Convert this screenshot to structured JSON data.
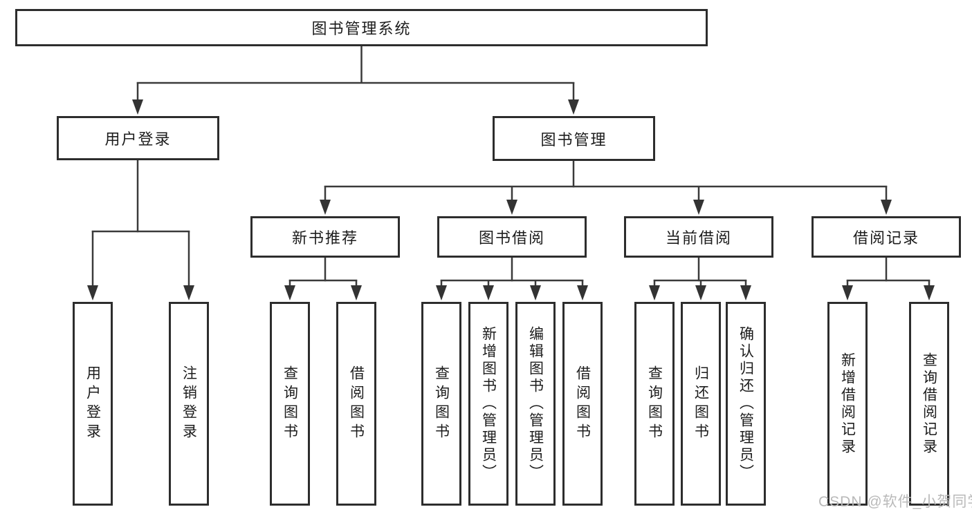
{
  "diagram_title": "图书管理系统",
  "tree": {
    "root": {
      "label": "图书管理系统"
    },
    "branches": [
      {
        "label": "用户登录",
        "children": [
          {
            "label": "用户登录"
          },
          {
            "label": "注销登录"
          }
        ]
      },
      {
        "label": "图书管理",
        "children": [
          {
            "label": "新书推荐",
            "children": [
              {
                "label": "查询图书"
              },
              {
                "label": "借阅图书"
              }
            ]
          },
          {
            "label": "图书借阅",
            "children": [
              {
                "label": "查询图书"
              },
              {
                "label": "新增图书（管理员）"
              },
              {
                "label": "编辑图书（管理员）"
              },
              {
                "label": "借阅图书"
              }
            ]
          },
          {
            "label": "当前借阅",
            "children": [
              {
                "label": "查询图书"
              },
              {
                "label": "归还图书"
              },
              {
                "label": "确认归还（管理员）"
              }
            ]
          },
          {
            "label": "借阅记录",
            "children": [
              {
                "label": "新增借阅记录"
              },
              {
                "label": "查询借阅记录"
              }
            ]
          }
        ]
      }
    ]
  },
  "watermark": "CSDN @软件_小贺同学",
  "colors": {
    "background": "#ffffff",
    "box_border": "#2d2d2d",
    "connector_line": "#3a3a3a",
    "arrowhead": "#333333",
    "text": "#1c1c1c",
    "watermark_text": "#b9b9b9"
  }
}
